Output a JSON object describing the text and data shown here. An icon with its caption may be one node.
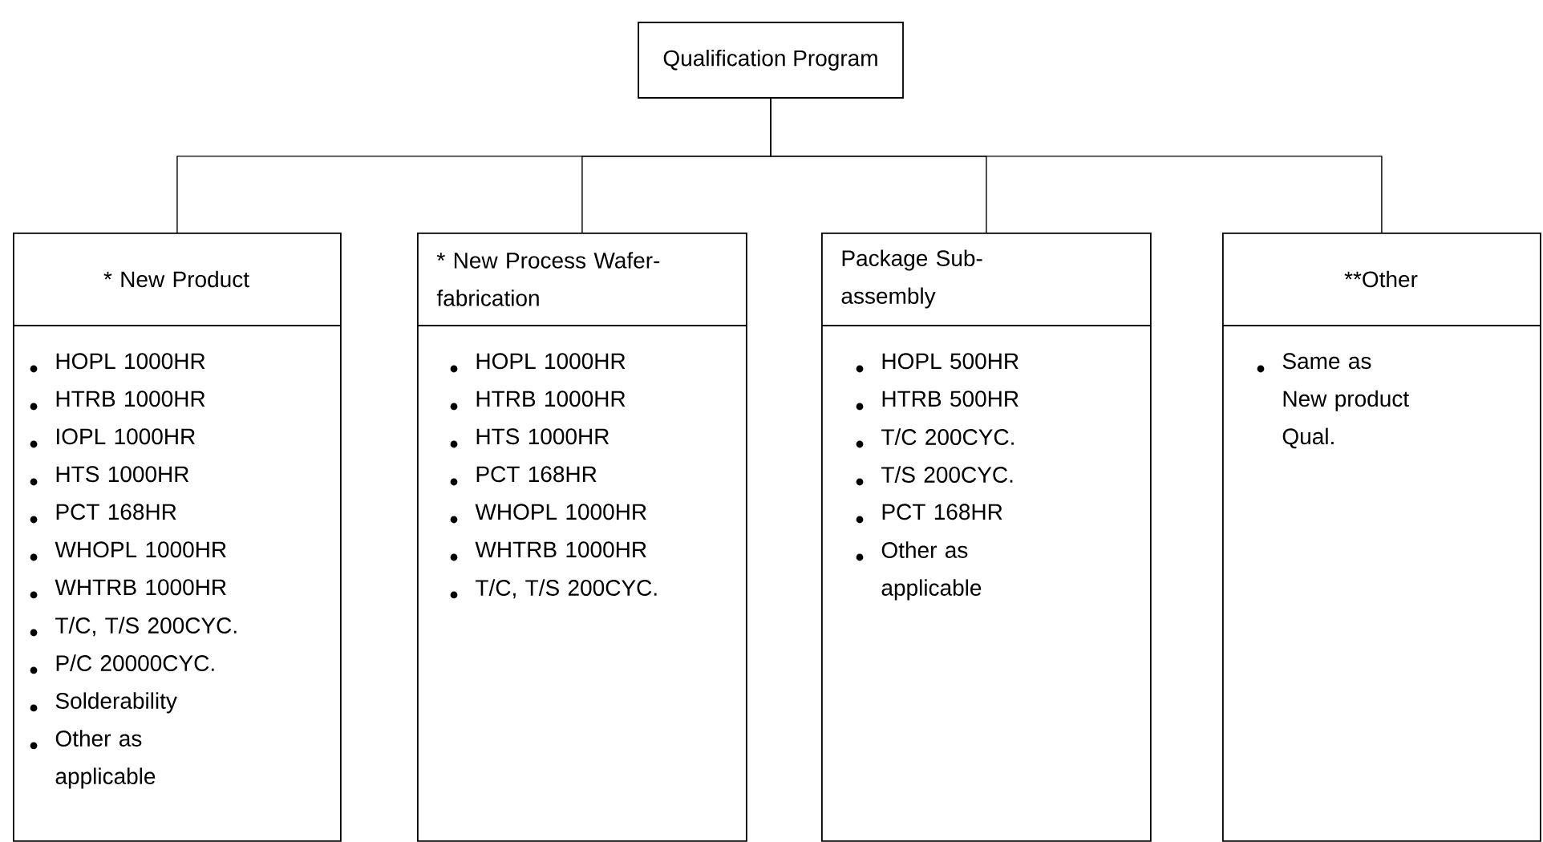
{
  "diagram": {
    "nodes": [
      {
        "text": [
          "Qualification Program"
        ]
      },
      {
        "text": [
          "* New Product",
          "HOPL 1000HR",
          "HTRB 1000HR",
          "IOPL 1000HR",
          "HTS 1000HR",
          "PCT 168HR",
          "WHOPL 1000HR",
          "WHTRB 1000HR",
          "T/C, T/S 200CYC.",
          "P/C 20000CYC.",
          "Solderability",
          "Other as applicable"
        ]
      },
      {
        "text": [
          "* New Process Wafer-fabrication",
          "HOPL 1000HR",
          "HTRB 1000HR",
          "HTS 1000HR",
          "PCT 168HR",
          "WHOPL 1000HR",
          "WHTRB 1000HR",
          "T/C, T/S 200CYC."
        ]
      },
      {
        "text": [
          "Package Sub-assembly",
          "HOPL 500HR",
          "HTRB 500HR",
          "T/C 200CYC.",
          "T/S 200CYC.",
          "PCT 168HR",
          "Other as applicable"
        ]
      },
      {
        "text": [
          "**Other",
          "Same as New product Qual."
        ]
      }
    ],
    "edges": [
      {
        "from": 0,
        "to": 1,
        "arrow": "none"
      },
      {
        "from": 0,
        "to": 2,
        "arrow": "none"
      },
      {
        "from": 0,
        "to": 3,
        "arrow": "none"
      },
      {
        "from": 0,
        "to": 4,
        "arrow": "none"
      }
    ]
  }
}
